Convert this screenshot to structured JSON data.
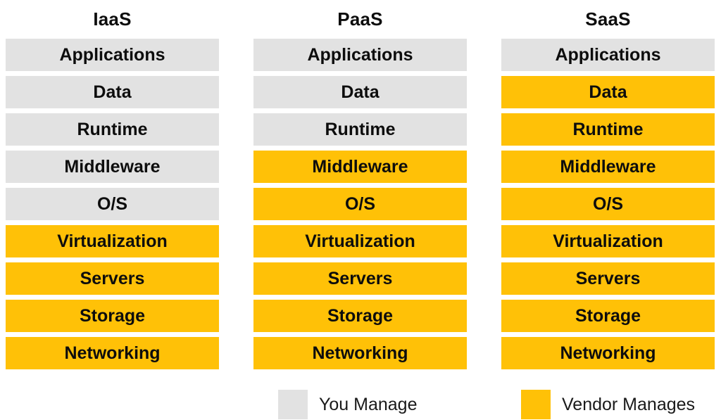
{
  "colors": {
    "you_manage": "#E2E2E2",
    "vendor_manages": "#FFC107",
    "text": "#0d0d0d",
    "background": "#ffffff"
  },
  "columns": [
    {
      "title": "IaaS",
      "layers": [
        {
          "label": "Applications",
          "managed": "you"
        },
        {
          "label": "Data",
          "managed": "you"
        },
        {
          "label": "Runtime",
          "managed": "you"
        },
        {
          "label": "Middleware",
          "managed": "you"
        },
        {
          "label": "O/S",
          "managed": "you"
        },
        {
          "label": "Virtualization",
          "managed": "vendor"
        },
        {
          "label": "Servers",
          "managed": "vendor"
        },
        {
          "label": "Storage",
          "managed": "vendor"
        },
        {
          "label": "Networking",
          "managed": "vendor"
        }
      ]
    },
    {
      "title": "PaaS",
      "layers": [
        {
          "label": "Applications",
          "managed": "you"
        },
        {
          "label": "Data",
          "managed": "you"
        },
        {
          "label": "Runtime",
          "managed": "you"
        },
        {
          "label": "Middleware",
          "managed": "vendor"
        },
        {
          "label": "O/S",
          "managed": "vendor"
        },
        {
          "label": "Virtualization",
          "managed": "vendor"
        },
        {
          "label": "Servers",
          "managed": "vendor"
        },
        {
          "label": "Storage",
          "managed": "vendor"
        },
        {
          "label": "Networking",
          "managed": "vendor"
        }
      ]
    },
    {
      "title": "SaaS",
      "layers": [
        {
          "label": "Applications",
          "managed": "you"
        },
        {
          "label": "Data",
          "managed": "vendor"
        },
        {
          "label": "Runtime",
          "managed": "vendor"
        },
        {
          "label": "Middleware",
          "managed": "vendor"
        },
        {
          "label": "O/S",
          "managed": "vendor"
        },
        {
          "label": "Virtualization",
          "managed": "vendor"
        },
        {
          "label": "Servers",
          "managed": "vendor"
        },
        {
          "label": "Storage",
          "managed": "vendor"
        },
        {
          "label": "Networking",
          "managed": "vendor"
        }
      ]
    }
  ],
  "legend": {
    "you_label": "You Manage",
    "vendor_label": "Vendor Manages"
  }
}
